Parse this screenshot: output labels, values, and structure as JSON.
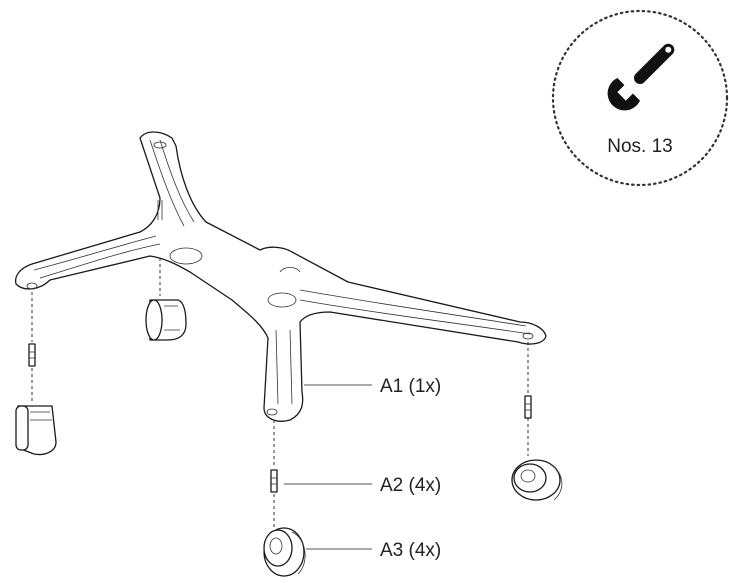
{
  "tool_badge": {
    "label": "Nos. 13",
    "icon": "wrench-icon"
  },
  "callouts": [
    {
      "id": "A1",
      "text": "A1 (1x)"
    },
    {
      "id": "A2",
      "text": "A2 (4x)"
    },
    {
      "id": "A3",
      "text": "A3 (4x)"
    }
  ],
  "colors": {
    "stroke": "#1a1a1a",
    "background": "#ffffff"
  }
}
